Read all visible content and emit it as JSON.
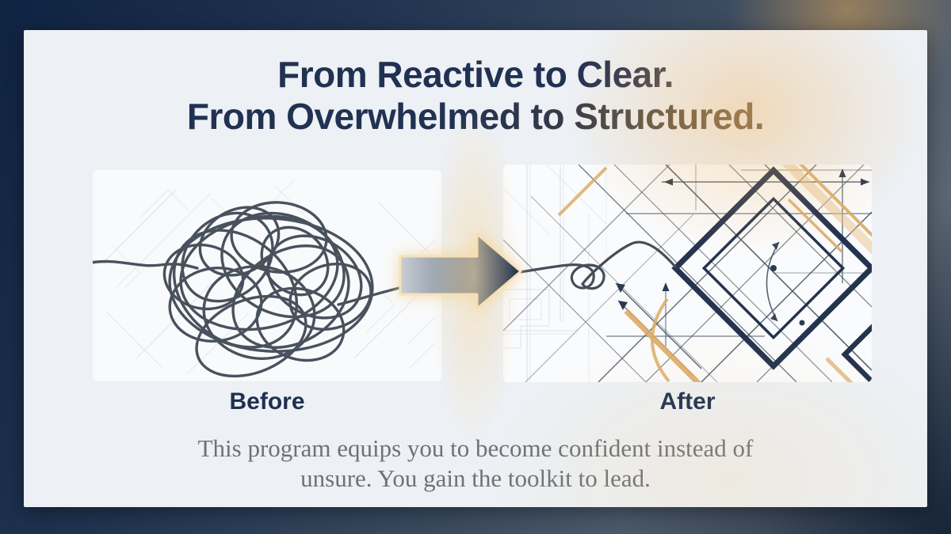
{
  "headline": {
    "line1": "From Reactive to Clear.",
    "line2": "From Overwhelmed to Structured."
  },
  "comparison": {
    "before": {
      "label": "Before",
      "graphic": "tangled-scribble"
    },
    "after": {
      "label": "After",
      "graphic": "structured-blueprint"
    },
    "arrow_icon": "arrow-right"
  },
  "caption": {
    "line1": "This program equips you to become confident instead of",
    "line2": "unsure. You gain the toolkit to lead."
  },
  "colors": {
    "frame_navy": "#0f2342",
    "frame_slate": "#5a6673",
    "card_background": "#edf0f4",
    "headline_navy": "#203152",
    "headline_warm": "#6b5a40",
    "label_navy": "#1e3050",
    "caption_gray": "#6d7277",
    "accent_orange": "#dcab66",
    "diagram_navy": "#24334e",
    "scribble_gray": "#49515d",
    "glow_cream": "#f3b764"
  }
}
